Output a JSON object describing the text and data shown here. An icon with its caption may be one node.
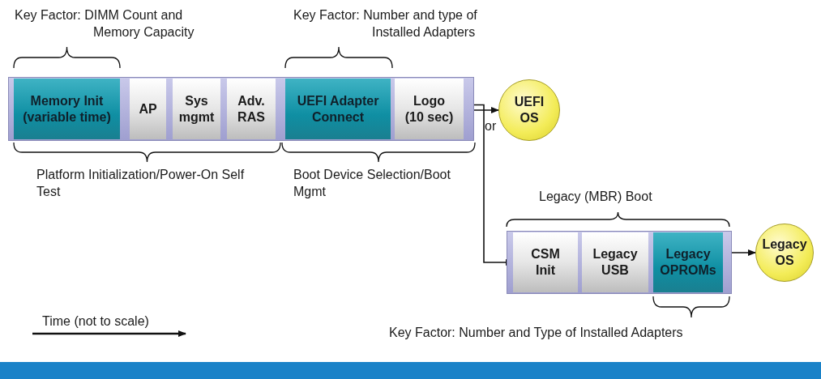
{
  "diagram": {
    "nodes": [
      {
        "text": [
          "Memory Init (variable time)"
        ]
      },
      {
        "text": [
          "AP"
        ]
      },
      {
        "text": [
          "Sys mgmt"
        ]
      },
      {
        "text": [
          "Adv. RAS"
        ]
      },
      {
        "text": [
          "UEFI Adapter Connect"
        ]
      },
      {
        "text": [
          "Logo (10 sec)"
        ]
      },
      {
        "text": [
          "UEFI OS"
        ]
      },
      {
        "text": [
          "CSM Init"
        ]
      },
      {
        "text": [
          "Legacy USB"
        ]
      },
      {
        "text": [
          "Legacy OPROMs"
        ]
      },
      {
        "text": [
          "Legacy OS"
        ]
      }
    ],
    "edges": [
      {
        "from": 5,
        "to": 6,
        "arrow": "to"
      },
      {
        "from": 5,
        "to": 7,
        "arrow": "to"
      },
      {
        "from": 9,
        "to": 10,
        "arrow": "to"
      }
    ],
    "labels": [
      "Key Factor: DIMM Count and Memory Capacity",
      "Key Factor: Number and type of Installed Adapters",
      "or",
      "Platform Initialization/Power-On Self Test",
      "Boot Device Selection/Boot Mgmt",
      "Legacy (MBR) Boot",
      "Time (not to scale)",
      "Key Factor: Number and Type of Installed Adapters"
    ]
  }
}
